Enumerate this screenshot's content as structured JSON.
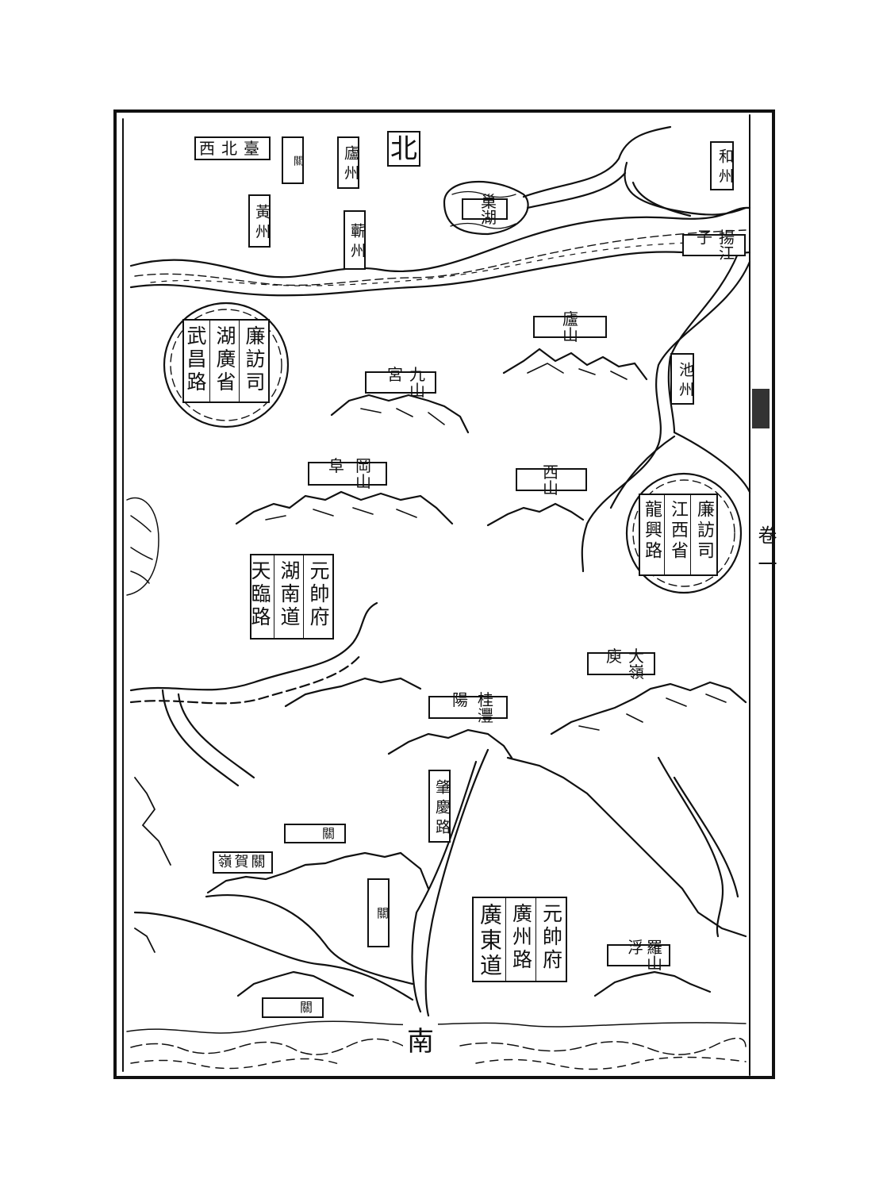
{
  "map": {
    "compass": {
      "north": "北",
      "south": "南"
    },
    "margin_text": "卷一",
    "places": [
      {
        "id": "taibeixi",
        "text": "臺北西",
        "orient": "h"
      },
      {
        "id": "guan-top",
        "text": "關",
        "orient": "v"
      },
      {
        "id": "luzhou",
        "text": "廬州",
        "orient": "v"
      },
      {
        "id": "huangzhou",
        "text": "黃州",
        "orient": "v"
      },
      {
        "id": "qizhou",
        "text": "蘄州",
        "orient": "v"
      },
      {
        "id": "chaohu",
        "text": "巢湖",
        "orient": "h"
      },
      {
        "id": "hezhou",
        "text": "和州",
        "orient": "v"
      },
      {
        "id": "yangzijiang",
        "text": "揚子江",
        "orient": "h"
      },
      {
        "id": "lushan",
        "text": "廬山",
        "orient": "h"
      },
      {
        "id": "chizhou",
        "text": "池州",
        "orient": "v"
      },
      {
        "id": "jiugongshan",
        "text": "九宮山",
        "orient": "h"
      },
      {
        "id": "gangfushan",
        "text": "岡阜山",
        "orient": "h"
      },
      {
        "id": "xishan",
        "text": "西山",
        "orient": "h"
      },
      {
        "id": "dayuling",
        "text": "大庾嶺",
        "orient": "h"
      },
      {
        "id": "guiyang",
        "text": "桂陽灃",
        "orient": "h"
      },
      {
        "id": "zhaoqinglu",
        "text": "肇慶路",
        "orient": "v"
      },
      {
        "id": "guan-mid",
        "text": "關",
        "orient": "h"
      },
      {
        "id": "guanheling",
        "text": "關賀嶺",
        "orient": "h"
      },
      {
        "id": "guan-vert",
        "text": "關",
        "orient": "v"
      },
      {
        "id": "luofushan",
        "text": "羅浮山",
        "orient": "h"
      },
      {
        "id": "guan-bottom",
        "text": "關",
        "orient": "h"
      }
    ],
    "admin_blocks": [
      {
        "id": "huguang",
        "columns": [
          "廉訪司",
          "湖廣省",
          "武昌路"
        ]
      },
      {
        "id": "jiangxi",
        "columns": [
          "廉訪司",
          "江西省",
          "龍興路"
        ]
      },
      {
        "id": "hunan",
        "columns": [
          "元帥府",
          "湖南道",
          "天臨路"
        ]
      },
      {
        "id": "guangdong",
        "columns": [
          "元帥府",
          "廣州路",
          "廣東道"
        ]
      }
    ],
    "ink_color": "#111111",
    "paper_color": "#ffffff"
  }
}
